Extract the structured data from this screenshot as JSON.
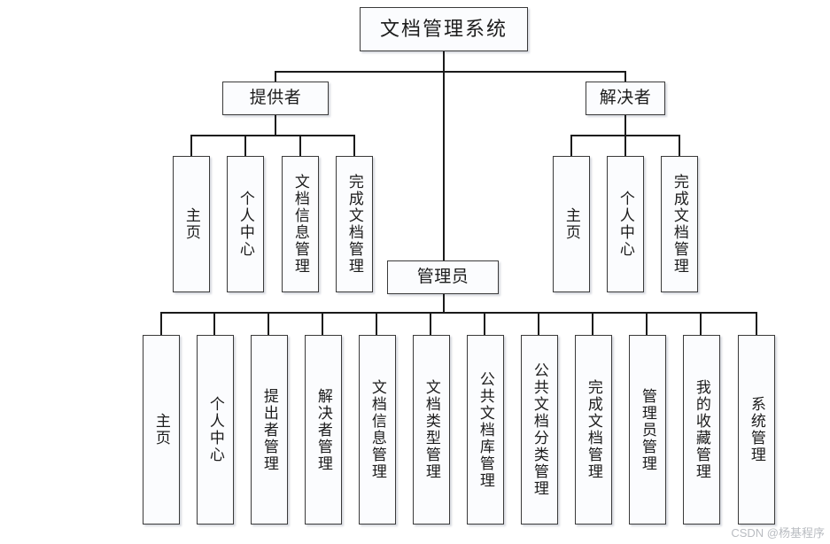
{
  "diagram": {
    "title": "文档管理系统",
    "type": "organization-tree",
    "watermark": "CSDN @杨基程序",
    "colors": {
      "background": "#ffffff",
      "node_fill": "#fbfcfe",
      "node_border": "#3a3a3a",
      "line": "#1a1a1a",
      "text": "#1c1c1c",
      "watermark": "#b9bcc1"
    },
    "root": {
      "label": "文档管理系统"
    },
    "branches": [
      {
        "key": "provider",
        "label": "提供者",
        "children": [
          {
            "label": "主页"
          },
          {
            "label": "个人中心"
          },
          {
            "label": "文档信息管理"
          },
          {
            "label": "完成文档管理"
          }
        ]
      },
      {
        "key": "solver",
        "label": "解决者",
        "children": [
          {
            "label": "主页"
          },
          {
            "label": "个人中心"
          },
          {
            "label": "完成文档管理"
          }
        ]
      },
      {
        "key": "admin",
        "label": "管理员",
        "children": [
          {
            "label": "主页"
          },
          {
            "label": "个人中心"
          },
          {
            "label": "提出者管理"
          },
          {
            "label": "解决者管理"
          },
          {
            "label": "文档信息管理"
          },
          {
            "label": "文档类型管理"
          },
          {
            "label": "公共文档库管理"
          },
          {
            "label": "公共文档分类管理"
          },
          {
            "label": "完成文档管理"
          },
          {
            "label": "管理员管理"
          },
          {
            "label": "我的收藏管理"
          },
          {
            "label": "系统管理"
          }
        ]
      }
    ]
  }
}
